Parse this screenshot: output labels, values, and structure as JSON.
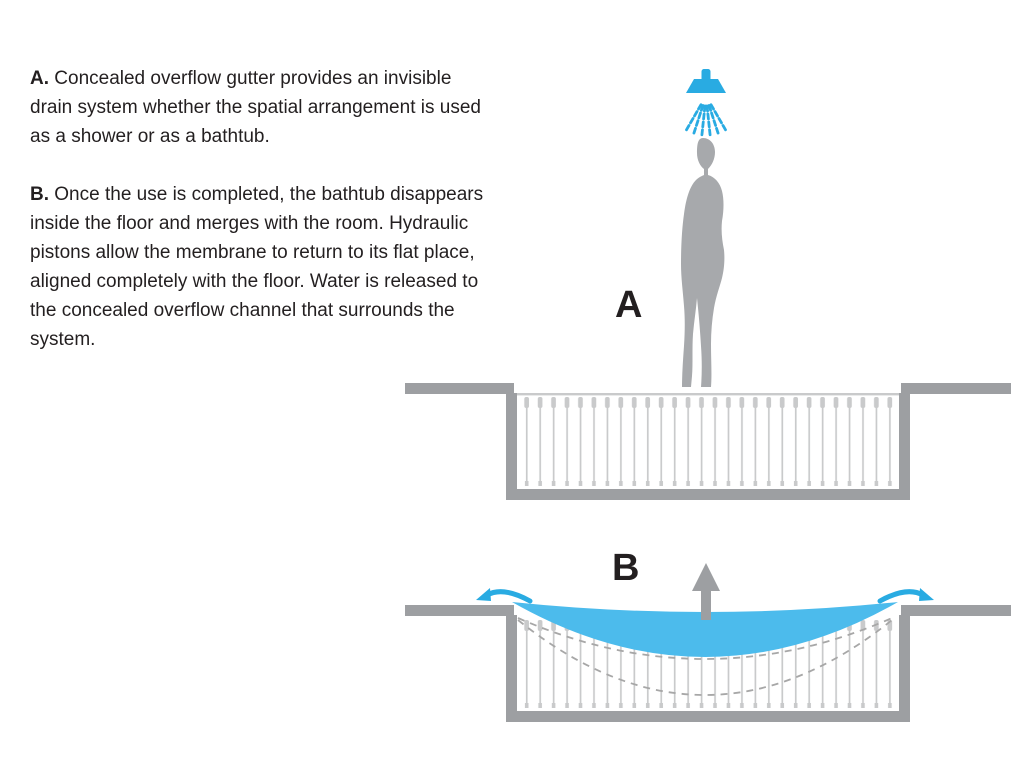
{
  "text": {
    "para_a_label": "A.",
    "para_a_body": "Concealed overflow gutter provides an invisible drain system whether the spatial arrangement is used as a shower or as a bathtub.",
    "para_b_label": "B.",
    "para_b_body": "Once the use is completed, the bathtub disappears inside the floor and merges with the room. Hydraulic pistons allow the membrane to return to its flat place, aligned completely with the floor. Water is released to the concealed overflow channel that surrounds the system."
  },
  "diagram": {
    "label_a": "A",
    "label_b": "B"
  },
  "colors": {
    "accent_blue": "#29ABE2",
    "water_blue": "#4CBBEC",
    "silhouette_gray": "#A7A9AC",
    "structure_gray": "#9D9FA2",
    "piston_gray": "#C9CACB",
    "dashed_gray": "#A7A7A7",
    "text_color": "#231F20"
  }
}
